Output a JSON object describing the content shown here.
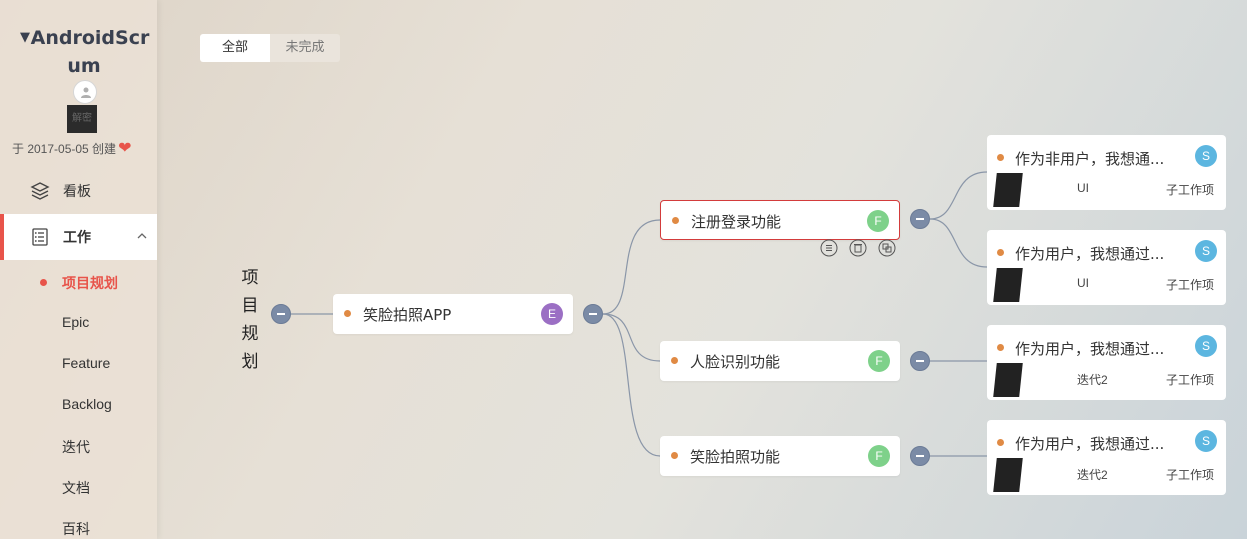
{
  "sidebar": {
    "project_title": "AndroidScrum",
    "redacted_label": "解密",
    "created": "于 2017-05-05 创建",
    "nav": {
      "kanban": "看板",
      "work": "工作"
    },
    "sub_items": [
      "项目规划",
      "Epic",
      "Feature",
      "Backlog",
      "迭代",
      "文档",
      "百科"
    ]
  },
  "tabs": {
    "all": "全部",
    "incomplete": "未完成"
  },
  "mindmap": {
    "root": "项目规划",
    "level1": {
      "title": "笑脸拍照APP",
      "badge": "E"
    },
    "level2": [
      {
        "title": "注册登录功能",
        "badge": "F"
      },
      {
        "title": "人脸识别功能",
        "badge": "F"
      },
      {
        "title": "笑脸拍照功能",
        "badge": "F"
      }
    ],
    "leaves": [
      {
        "title": "作为非用户，我想通...",
        "badge": "S",
        "meta": "UI",
        "type": "子工作项"
      },
      {
        "title": "作为用户，我想通过...",
        "badge": "S",
        "meta": "UI",
        "type": "子工作项"
      },
      {
        "title": "作为用户，我想通过...",
        "badge": "S",
        "meta": "迭代2",
        "type": "子工作项"
      },
      {
        "title": "作为用户，我想通过...",
        "badge": "S",
        "meta": "迭代2",
        "type": "子工作项"
      }
    ]
  },
  "colors": {
    "accent": "#e8544a",
    "badge_e": "#9b6fc4",
    "badge_f": "#7ed18a",
    "badge_s": "#5cb6e0",
    "node_dot": "#e08a44",
    "collapse": "#7b8ba6"
  }
}
